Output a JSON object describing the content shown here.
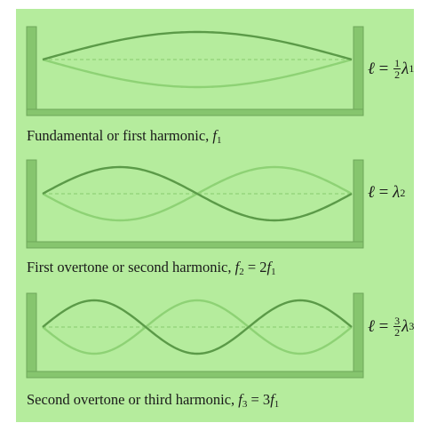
{
  "colors": {
    "background": "#b5ec9d",
    "frame": "#86c56e",
    "frame_edge": "#6fa85a",
    "wave_dark": "#5b9a48",
    "wave_light": "#8ed275",
    "wave_faint": "#9edb85"
  },
  "panels": [
    {
      "harmonic_count": 1,
      "caption": {
        "text": "Fundamental or first harmonic, ",
        "var": "f",
        "sub": "1",
        "eq": "",
        "rhs_coef": "",
        "rhs_var": "",
        "rhs_sub": ""
      },
      "formula": {
        "lhs": "ℓ",
        "eq": " = ",
        "frac_num": "1",
        "frac_den": "2",
        "var": "λ",
        "sub": "1"
      }
    },
    {
      "harmonic_count": 2,
      "caption": {
        "text": "First overtone or second harmonic, ",
        "var": "f",
        "sub": "2",
        "eq": " = 2",
        "rhs_var": "f",
        "rhs_sub": "1"
      },
      "formula": {
        "lhs": "ℓ",
        "eq": " = ",
        "frac_num": "",
        "frac_den": "",
        "var": "λ",
        "sub": "2"
      }
    },
    {
      "harmonic_count": 3,
      "caption": {
        "text": "Second overtone or third harmonic, ",
        "var": "f",
        "sub": "3",
        "eq": " = 3",
        "rhs_var": "f",
        "rhs_sub": "1"
      },
      "formula": {
        "lhs": "ℓ",
        "eq": " = ",
        "frac_num": "3",
        "frac_den": "2",
        "var": "λ",
        "sub": "3"
      }
    }
  ]
}
